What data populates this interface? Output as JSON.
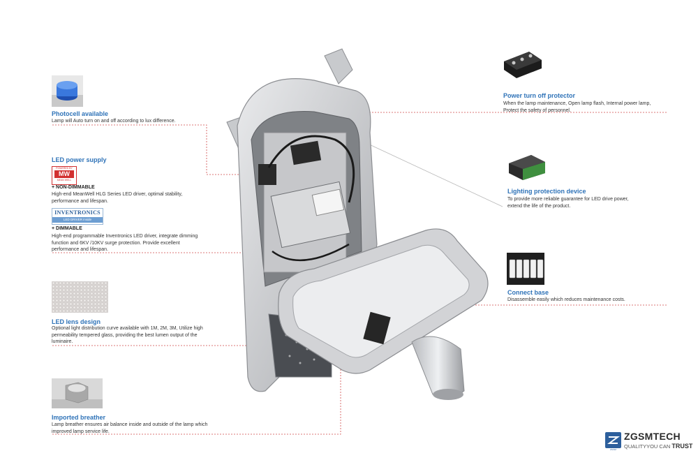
{
  "colors": {
    "accent": "#2f73b8",
    "leader": "#d04a4a",
    "logo": "#1d5a9c"
  },
  "left": [
    {
      "title": "Photocell available",
      "desc": "Lamp will Auto turn on and off according to lux difference."
    },
    {
      "title": "LED power supply",
      "meanwell_badge": "MW",
      "meanwell_badge_top": "POWERED BY",
      "meanwell_badge_bottom": "MEAN WELL",
      "opt1_label": "+ NON-DIMMABLE",
      "opt1_desc": [
        "High-end MeanWell HLG Series LED driver, optimal stability,",
        "performance and lifespan."
      ],
      "inventronics_logo": "INVENTRONICS",
      "inventronics_sub": "LED DRIVER inside",
      "opt2_label": "+ DIMMABLE",
      "opt2_desc": [
        "High-end programmable Inventronics LED driver, integrate dimming",
        "function and 6KV /10KV surge protection. Provide excellent",
        "performance and lifespan."
      ]
    },
    {
      "title": "LED lens design",
      "desc": [
        "Optional light distribution curve available with 1M, 2M, 3M, Utilize high",
        "permeability tempered glass, providing the best lumen output of the",
        "luminaire."
      ]
    },
    {
      "title": "Imported breather",
      "desc": [
        "Lamp breather ensures air balance inside and outside of the lamp which",
        "improved lamp service life."
      ]
    }
  ],
  "right": [
    {
      "title": "Power turn off protector",
      "desc": [
        "When the lamp maintenance, Open lamp flash, Internal power lamp,",
        "Protect the safety of personnel."
      ]
    },
    {
      "title": "Lighting protection device",
      "desc": [
        "To provide more reliable guarantee for LED drive power,",
        "extend the life of the product."
      ]
    },
    {
      "title": "Connect base",
      "desc": [
        "Disassemble easily which reduces maintenance costs."
      ]
    }
  ],
  "logo": {
    "brand": "ZGSMTECH",
    "tagline_left": "QUALITY",
    "tagline_mid": "YOU CAN",
    "tagline_right": "TRUST",
    "mark": "ZGSM"
  }
}
